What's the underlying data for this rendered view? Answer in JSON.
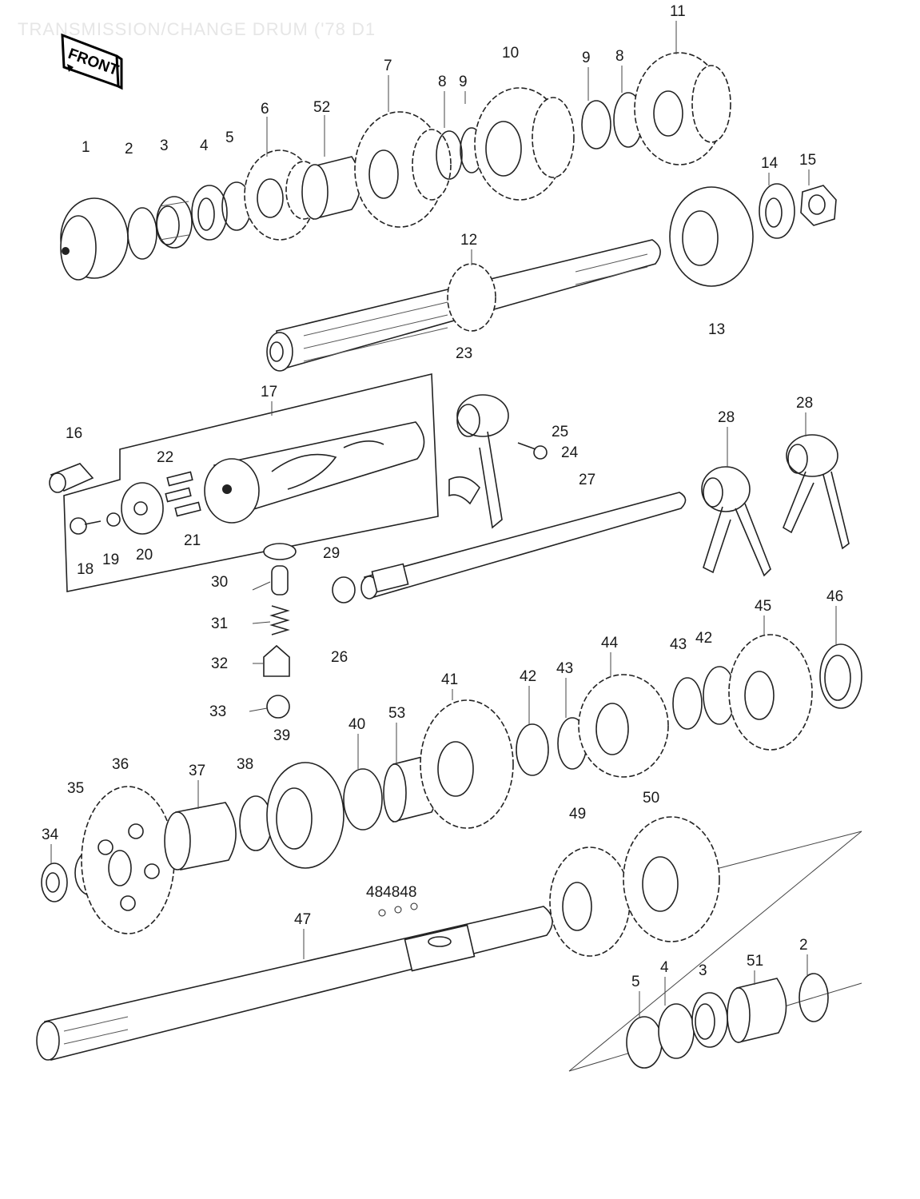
{
  "page": {
    "title": "TRANSMISSION/CHANGE DRUM ('78 D1",
    "front_label": "FRONT"
  },
  "callouts": [
    {
      "id": "c1",
      "text": "1"
    },
    {
      "id": "c2",
      "text": "2"
    },
    {
      "id": "c3",
      "text": "3"
    },
    {
      "id": "c4",
      "text": "4"
    },
    {
      "id": "c5",
      "text": "5"
    },
    {
      "id": "c6",
      "text": "6"
    },
    {
      "id": "c52",
      "text": "52"
    },
    {
      "id": "c7",
      "text": "7"
    },
    {
      "id": "c8a",
      "text": "8"
    },
    {
      "id": "c9a",
      "text": "9"
    },
    {
      "id": "c10",
      "text": "10"
    },
    {
      "id": "c9b",
      "text": "9"
    },
    {
      "id": "c8b",
      "text": "8"
    },
    {
      "id": "c11",
      "text": "11"
    },
    {
      "id": "c12",
      "text": "12"
    },
    {
      "id": "c13",
      "text": "13"
    },
    {
      "id": "c14",
      "text": "14"
    },
    {
      "id": "c15",
      "text": "15"
    },
    {
      "id": "c23",
      "text": "23"
    },
    {
      "id": "c17",
      "text": "17"
    },
    {
      "id": "c16",
      "text": "16"
    },
    {
      "id": "c22",
      "text": "22"
    },
    {
      "id": "c18",
      "text": "18"
    },
    {
      "id": "c19",
      "text": "19"
    },
    {
      "id": "c20",
      "text": "20"
    },
    {
      "id": "c21",
      "text": "21"
    },
    {
      "id": "c25",
      "text": "25"
    },
    {
      "id": "c24",
      "text": "24"
    },
    {
      "id": "c27",
      "text": "27"
    },
    {
      "id": "c28a",
      "text": "28"
    },
    {
      "id": "c28b",
      "text": "28"
    },
    {
      "id": "c29",
      "text": "29"
    },
    {
      "id": "c30",
      "text": "30"
    },
    {
      "id": "c31",
      "text": "31"
    },
    {
      "id": "c32",
      "text": "32"
    },
    {
      "id": "c33",
      "text": "33"
    },
    {
      "id": "c39",
      "text": "39"
    },
    {
      "id": "c26",
      "text": "26"
    },
    {
      "id": "c45",
      "text": "45"
    },
    {
      "id": "c46",
      "text": "46"
    },
    {
      "id": "c44",
      "text": "44"
    },
    {
      "id": "c43a",
      "text": "43"
    },
    {
      "id": "c42a",
      "text": "42"
    },
    {
      "id": "c42b",
      "text": "42"
    },
    {
      "id": "c43b",
      "text": "43"
    },
    {
      "id": "c41",
      "text": "41"
    },
    {
      "id": "c40",
      "text": "40"
    },
    {
      "id": "c53",
      "text": "53"
    },
    {
      "id": "c36",
      "text": "36"
    },
    {
      "id": "c37",
      "text": "37"
    },
    {
      "id": "c38",
      "text": "38"
    },
    {
      "id": "c35",
      "text": "35"
    },
    {
      "id": "c34",
      "text": "34"
    },
    {
      "id": "c50",
      "text": "50"
    },
    {
      "id": "c49",
      "text": "49"
    },
    {
      "id": "c48",
      "text": "484848"
    },
    {
      "id": "c47",
      "text": "47"
    },
    {
      "id": "c51",
      "text": "51"
    },
    {
      "id": "c2b",
      "text": "2"
    },
    {
      "id": "c5b",
      "text": "5"
    },
    {
      "id": "c4b",
      "text": "4"
    },
    {
      "id": "c3b",
      "text": "3"
    }
  ]
}
